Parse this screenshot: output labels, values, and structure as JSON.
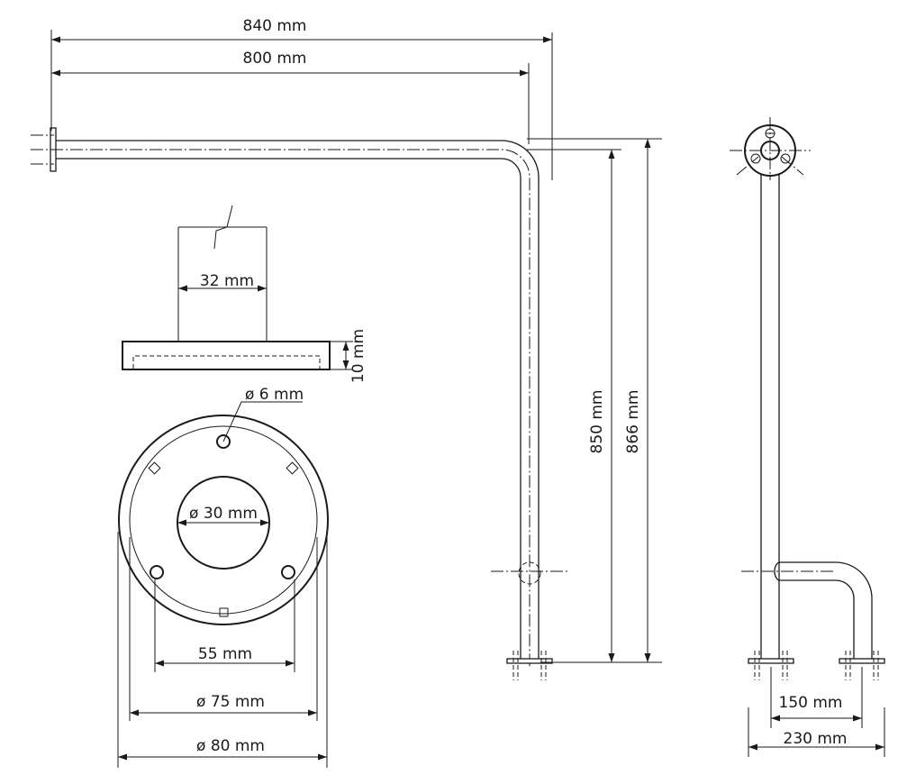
{
  "dimensions": {
    "top_840": "840 mm",
    "top_800": "800 mm",
    "tube_32": "32 mm",
    "plate_10": "10 mm",
    "hole_6": "ø 6 mm",
    "bore_30": "ø 30 mm",
    "holes_55": "55 mm",
    "rosette_75": "ø 75 mm",
    "rosette_80": "ø 80 mm",
    "height_850": "850 mm",
    "height_866": "866 mm",
    "side_150": "150 mm",
    "side_230": "230 mm"
  }
}
